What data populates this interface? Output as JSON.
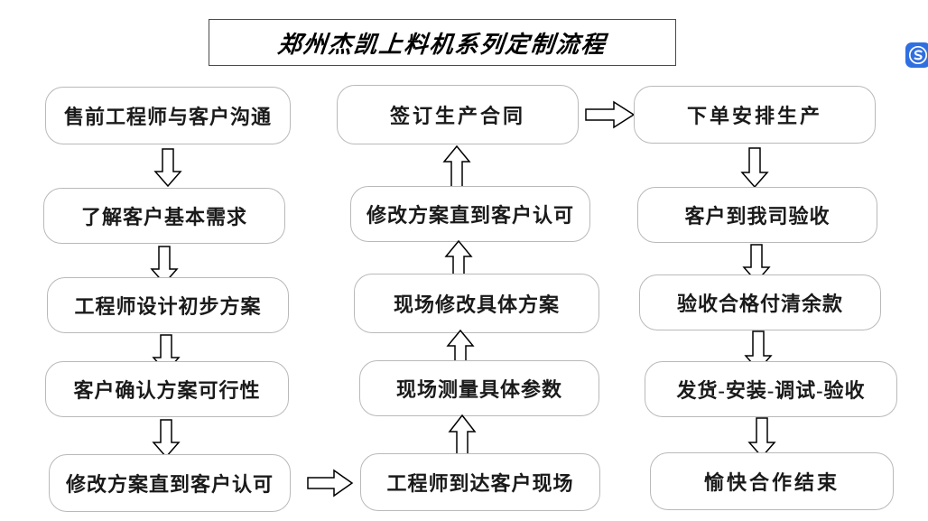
{
  "title": {
    "text": "郑州杰凯上料机系列定制流程"
  },
  "badge": {
    "name": "sogou-logo-icon",
    "color": "#2f6fe0",
    "glyph": "S"
  },
  "colors": {
    "background": "#ffffff",
    "node_border": "#b9b9b9",
    "title_border": "#4a4a4a",
    "text": "#1a1a1a",
    "arrow_stroke": "#000000",
    "badge_blue": "#2f6fe0"
  },
  "chart_data": {
    "type": "diagram",
    "title": "郑州杰凯上料机系列定制流程",
    "columns": [
      {
        "id": "column-1",
        "flow_direction": "top-to-bottom",
        "nodes": [
          "售前工程师与客户沟通",
          "了解客户基本需求",
          "工程师设计初步方案",
          "客户确认方案可行性",
          "修改方案直到客户认可"
        ]
      },
      {
        "id": "column-2",
        "flow_direction": "bottom-to-top",
        "nodes": [
          "签订生产合同",
          "修改方案直到客户认可",
          "现场修改具体方案",
          "现场测量具体参数",
          "工程师到达客户现场"
        ]
      },
      {
        "id": "column-3",
        "flow_direction": "top-to-bottom",
        "nodes": [
          "下单安排生产",
          "客户到我司验收",
          "验收合格付清余款",
          "发货-安装-调试-验收",
          "愉快合作结束"
        ]
      }
    ],
    "connectors": [
      {
        "from": "修改方案直到客户认可",
        "to": "工程师到达客户现场",
        "direction": "right"
      },
      {
        "from": "签订生产合同",
        "to": "下单安排生产",
        "direction": "right"
      }
    ]
  },
  "nodes": {
    "c1": [
      {
        "label": "售前工程师与客户沟通"
      },
      {
        "label": "了解客户基本需求"
      },
      {
        "label": "工程师设计初步方案"
      },
      {
        "label": "客户确认方案可行性"
      },
      {
        "label": "修改方案直到客户认可"
      }
    ],
    "c2": [
      {
        "label": "签订生产合同"
      },
      {
        "label": "修改方案直到客户认可"
      },
      {
        "label": "现场修改具体方案"
      },
      {
        "label": "现场测量具体参数"
      },
      {
        "label": "工程师到达客户现场"
      }
    ],
    "c3": [
      {
        "label": "下单安排生产"
      },
      {
        "label": "客户到我司验收"
      },
      {
        "label": "验收合格付清余款"
      },
      {
        "label": "发货-安装-调试-验收"
      },
      {
        "label": "愉快合作结束"
      }
    ]
  }
}
